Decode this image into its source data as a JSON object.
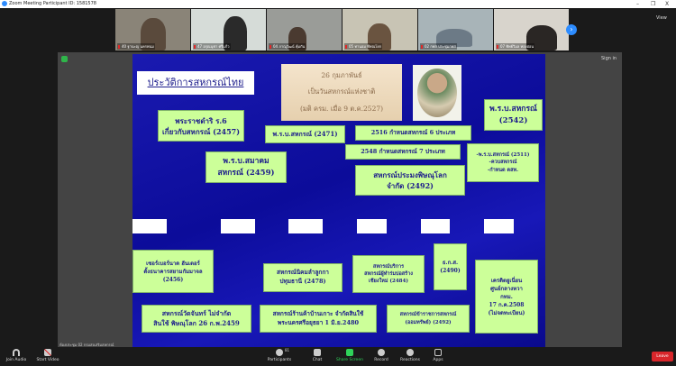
{
  "window": {
    "title": "Zoom Meeting Participant ID: 1581578",
    "minimize": "–",
    "maximize": "❐",
    "close": "X"
  },
  "gallery": {
    "view_label": "View",
    "participants": [
      {
        "name": "40 ฐานะญ นครพนม"
      },
      {
        "name": "47 อรุณนุชา ศรีแก้ว"
      },
      {
        "name": "04 ภาณุวัฒน์ คุ้มกัน"
      },
      {
        "name": "05 ทานอม ทีพณโยก"
      },
      {
        "name": "02 กพส ประชุมกพส"
      },
      {
        "name": "07 ทิพย์วิมล ทองอ่อน"
      }
    ],
    "next_label": "›"
  },
  "share": {
    "sign_in": "Sign in",
    "sharer": "ห้องประชุม 02 กรมส่งเสริมสหกรณ์"
  },
  "slide": {
    "title": "ประวัติการสหกรณ์ไทย",
    "national_day": [
      "26 กุมภาพันธ์",
      "เป็นวันสหกรณ์แห่งชาติ",
      "(มติ ครม. เมื่อ 9 ต.ค.2527)"
    ],
    "boxes_top": [
      {
        "lines": [
          "พระราชดำริ ร.6",
          "เกี่ยวกับสหกรณ์ (2457)"
        ]
      },
      {
        "lines": [
          "พ.ร.บ.สหกรณ์ (2471)"
        ]
      },
      {
        "lines": [
          "2516 กำหนดสหกรณ์ 6 ประเภท"
        ]
      },
      {
        "lines": [
          "พ.ร.บ.สหกรณ์",
          "(2542)"
        ]
      },
      {
        "lines": [
          "พ.ร.บ.สมาคม",
          "สหกรณ์ (2459)"
        ]
      },
      {
        "lines": [
          "2548 กำหนดสหกรณ์ 7 ประเภท"
        ]
      },
      {
        "lines": [
          "-พ.ร.บ.สหกรณ์ (2511)",
          "-ควบสหกรณ์",
          "-กำหนด ตสท."
        ]
      },
      {
        "lines": [
          "สหกรณ์ประมงพิษณุโลก",
          "จำกัด (2492)"
        ]
      }
    ],
    "boxes_bottom": [
      {
        "lines": [
          "เซอร์เบอร์นาด ฮันเตอร์",
          "ตั้งธนาคารสยามกัมมาจล",
          "(2456)"
        ]
      },
      {
        "lines": [
          "สหกรณ์นิคมลำลูกกา",
          "ปทุมธานี (2478)"
        ]
      },
      {
        "lines": [
          "สหกรณ์บริการ",
          "สหกรณ์ผู้ทำร่มบ่อสร้าง",
          "เชียงใหม่ (2484)"
        ]
      },
      {
        "lines": [
          "ธ.ก.ส.",
          "(2490)"
        ]
      },
      {
        "lines": [
          "เครดิตยูเนี่ยน",
          "ศูนย์กลางหวา",
          "กทม.",
          "17 ก.ค.2508",
          "(ไม่จดทะเบียน)"
        ]
      },
      {
        "lines": [
          "สหกรณ์วัดจันทร์ ไม่จำกัด",
          "สินใช้ พิษณุโลก 26 ก.พ.2459"
        ]
      },
      {
        "lines": [
          "สหกรณ์ร้านค้าบ้านเกาะ จำกัดสินใช้",
          "พระนครศรีอยุธยา 1 มิ.ย.2480"
        ]
      },
      {
        "lines": [
          "สหกรณ์ข้าราชการสหกรณ์",
          "(ออมทรัพย์) (2492)"
        ]
      }
    ]
  },
  "toolbar": {
    "join_audio": "Join Audio",
    "start_video": "Start Video",
    "participants": "Participants",
    "participants_count": "81",
    "chat": "Chat",
    "share_screen": "Share Screen",
    "record": "Record",
    "reactions": "Reactions",
    "apps": "Apps",
    "leave": "Leave"
  }
}
